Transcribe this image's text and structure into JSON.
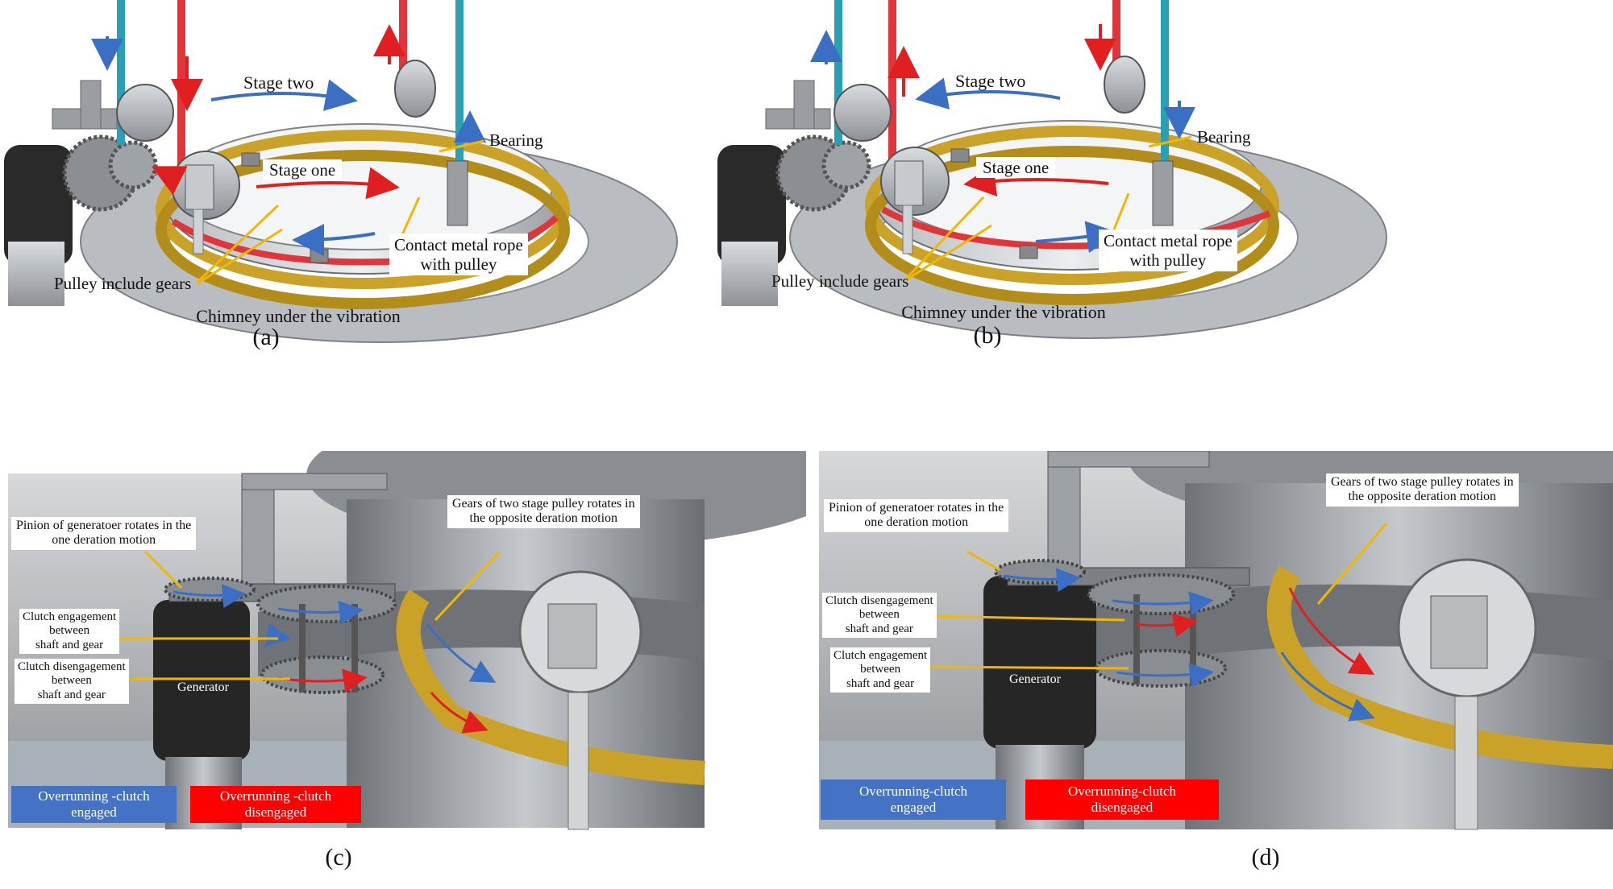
{
  "panel_a": {
    "stage_two": "Stage two",
    "stage_one": "Stage one",
    "bearing": "Bearing",
    "contact_rope": "Contact metal rope\nwith pulley",
    "pulley_gears": "Pulley include gears",
    "subtitle": "Chimney under the vibration",
    "caption": "(a)"
  },
  "panel_b": {
    "stage_two": "Stage two",
    "stage_one": "Stage one",
    "bearing": "Bearing",
    "contact_rope": "Contact metal rope\nwith pulley",
    "pulley_gears": "Pulley include gears",
    "subtitle": "Chimney under the vibration",
    "caption": "(b)"
  },
  "panel_c": {
    "pinion": "Pinion of generatoer rotates in the\none deration motion",
    "gears_two_stage": "Gears of two stage pulley rotates in\nthe opposite deration motion",
    "clutch_top": "Clutch engagement\nbetween\nshaft and gear",
    "clutch_bottom": "Clutch disengagement\nbetween\nshaft and gear",
    "generator": "Generator",
    "legend_blue": "Overrunning -clutch\nengaged",
    "legend_red": "Overrunning -clutch\ndisengaged",
    "caption": "(c)"
  },
  "panel_d": {
    "pinion": "Pinion of generatoer rotates in the\none deration motion",
    "gears_two_stage": "Gears of two stage pulley rotates in\nthe opposite deration motion",
    "clutch_top": "Clutch disengagement\nbetween\nshaft and gear",
    "clutch_bottom": "Clutch engagement\nbetween\nshaft and gear",
    "generator": "Generator",
    "legend_blue": "Overrunning-clutch\nengaged",
    "legend_red": "Overrunning-clutch\ndisengaged",
    "caption": "(d)"
  },
  "colors": {
    "blue_rope": "#2aa0b5",
    "red_rope": "#e0353a",
    "arrow_blue": "#3a6fc4",
    "arrow_red": "#e02020",
    "leader": "#f2b705",
    "brass": "#c9a227",
    "steel": "#a9adb2",
    "legend_blue": "#4472c4",
    "legend_red": "#ff0000"
  }
}
